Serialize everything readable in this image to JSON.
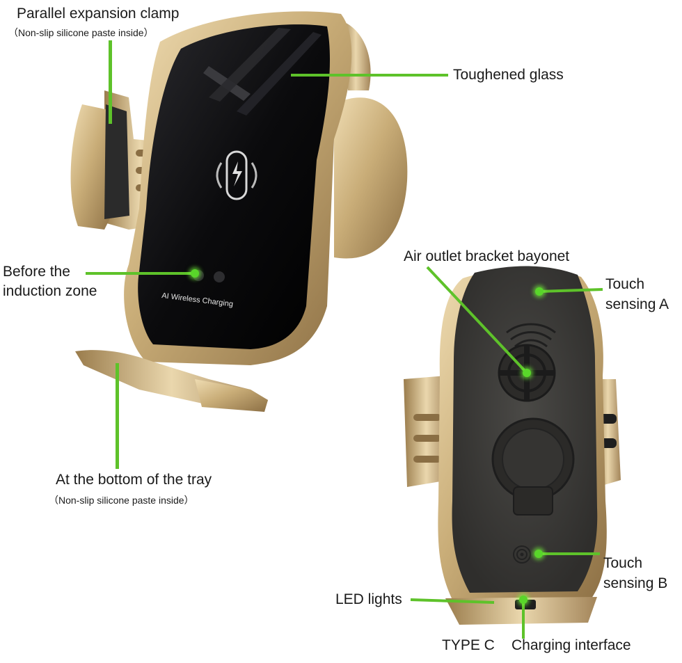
{
  "labels": {
    "clamp_title": "Parallel expansion clamp",
    "clamp_note": "（Non-slip silicone paste inside）",
    "glass": "Toughened glass",
    "induction_line1": "Before the",
    "induction_line2": "induction zone",
    "phone_text": "AI Wireless Charging",
    "tray_title": "At the bottom of the tray",
    "tray_note": "（Non-slip silicone paste inside）",
    "bayonet": "Air outlet bracket bayonet",
    "touch_a_line1": "Touch",
    "touch_a_line2": "sensing A",
    "touch_b_line1": "Touch",
    "touch_b_line2": "sensing B",
    "led": "LED lights",
    "type_c": "TYPE C",
    "charging": "Charging interface"
  },
  "colors": {
    "leader_line": "#5ec22a",
    "gold": "#c9ad78",
    "glass": "#0c0c0e",
    "back_body": "#3b3a38"
  }
}
